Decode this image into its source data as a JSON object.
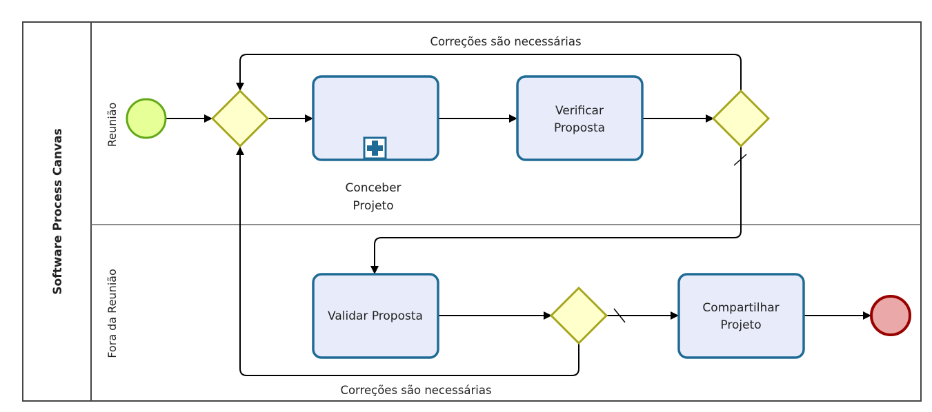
{
  "pool": {
    "title": "Software Process Canvas"
  },
  "lanes": [
    {
      "id": "lane-reuniao",
      "label": "Reunião"
    },
    {
      "id": "lane-fora",
      "label": "Fora da Reunião"
    }
  ],
  "tasks": {
    "conceber": {
      "lines": [
        "Conceber",
        "Projeto"
      ],
      "type": "subprocess",
      "marker": "plus-icon"
    },
    "verificar": {
      "lines": [
        "Verificar",
        "Proposta"
      ]
    },
    "validar": {
      "lines": [
        "Validar Proposta"
      ]
    },
    "compartilhar": {
      "lines": [
        "Compartilhar",
        "Projeto"
      ]
    }
  },
  "flows": {
    "correcoes_top": "Correções são necessárias",
    "correcoes_bottom": "Correções são necessárias"
  },
  "colors": {
    "task_fill": "#e8ecfa",
    "task_stroke": "#1f6b96",
    "gateway_fill": "#ffffcc",
    "gateway_stroke": "#a6a61e",
    "start_fill": "#e6ff97",
    "start_stroke": "#62a716",
    "end_fill": "#eba8a8",
    "end_stroke": "#990000",
    "line": "#000000",
    "border": "#555555"
  }
}
